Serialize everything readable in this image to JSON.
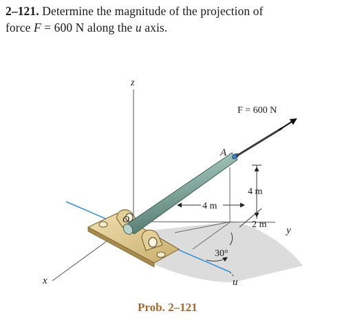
{
  "problem": {
    "number": "2–121.",
    "line1_text": "Determine the magnitude of the projection of",
    "line2_prefix": "force",
    "force_symbol": "F",
    "line2_value": " = 600 N along the ",
    "axis_symbol": "u",
    "line2_suffix": " axis."
  },
  "figure": {
    "axis_z": "z",
    "axis_x": "x",
    "axis_y": "y",
    "axis_u": "u",
    "origin": "O",
    "point_a": "A",
    "force_label": "F = 600 N",
    "dim_4m_vertical": "4 m",
    "dim_4m_horizontal": "4 m",
    "dim_2m": "2 m",
    "angle": "30°",
    "colors": {
      "rod": "#8fb3a9",
      "bracket": "#d8c28a",
      "u_axis": "#2f8fd8",
      "force_arrow": "#111111",
      "shadow": "#d4d4d4"
    }
  },
  "caption": "Prob. 2–121"
}
